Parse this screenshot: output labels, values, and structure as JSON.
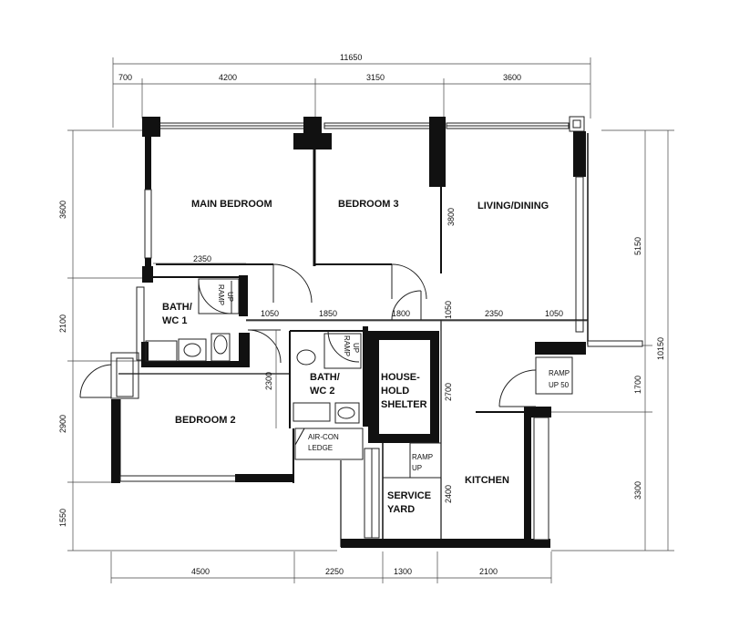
{
  "dimensions": {
    "overall_width": "11650",
    "top": [
      "700",
      "4200",
      "3150",
      "3600"
    ],
    "bottom": [
      "4500",
      "2250",
      "1300",
      "2100"
    ],
    "left": [
      "3600",
      "2100",
      "2900",
      "1550"
    ],
    "right_inner": [
      "5150",
      "1700",
      "3300"
    ],
    "right_overall": "10150",
    "interior": {
      "bath1_width": "2350",
      "corridor_1050_left": "1050",
      "corridor_1850": "1850",
      "corridor_1800": "1800",
      "corridor_1050_mid": "1050",
      "corridor_2350": "2350",
      "corridor_1050_right": "1050",
      "bedroom3_depth": "3800",
      "bath2_depth": "2300",
      "shelter_depth": "2700",
      "service_depth": "2400"
    }
  },
  "rooms": {
    "main_bedroom": "MAIN BEDROOM",
    "bedroom3": "BEDROOM 3",
    "living_dining": "LIVING/DINING",
    "bath_wc1": [
      "BATH/",
      "WC 1"
    ],
    "bath_wc2": [
      "BATH/",
      "WC 2"
    ],
    "household_shelter": [
      "HOUSE-",
      "HOLD",
      "SHELTER"
    ],
    "bedroom2": "BEDROOM 2",
    "aircon_ledge": [
      "AIR-CON",
      "LEDGE"
    ],
    "kitchen": "KITCHEN",
    "service_yard": [
      "SERVICE",
      "YARD"
    ]
  },
  "ramps": {
    "ramp_up_1": [
      "RAMP",
      "UP"
    ],
    "ramp_up_2": [
      "RAMP",
      "UP"
    ],
    "ramp_up_3": [
      "RAMP",
      "UP"
    ],
    "ramp_up_50": [
      "RAMP",
      "UP 50"
    ]
  }
}
